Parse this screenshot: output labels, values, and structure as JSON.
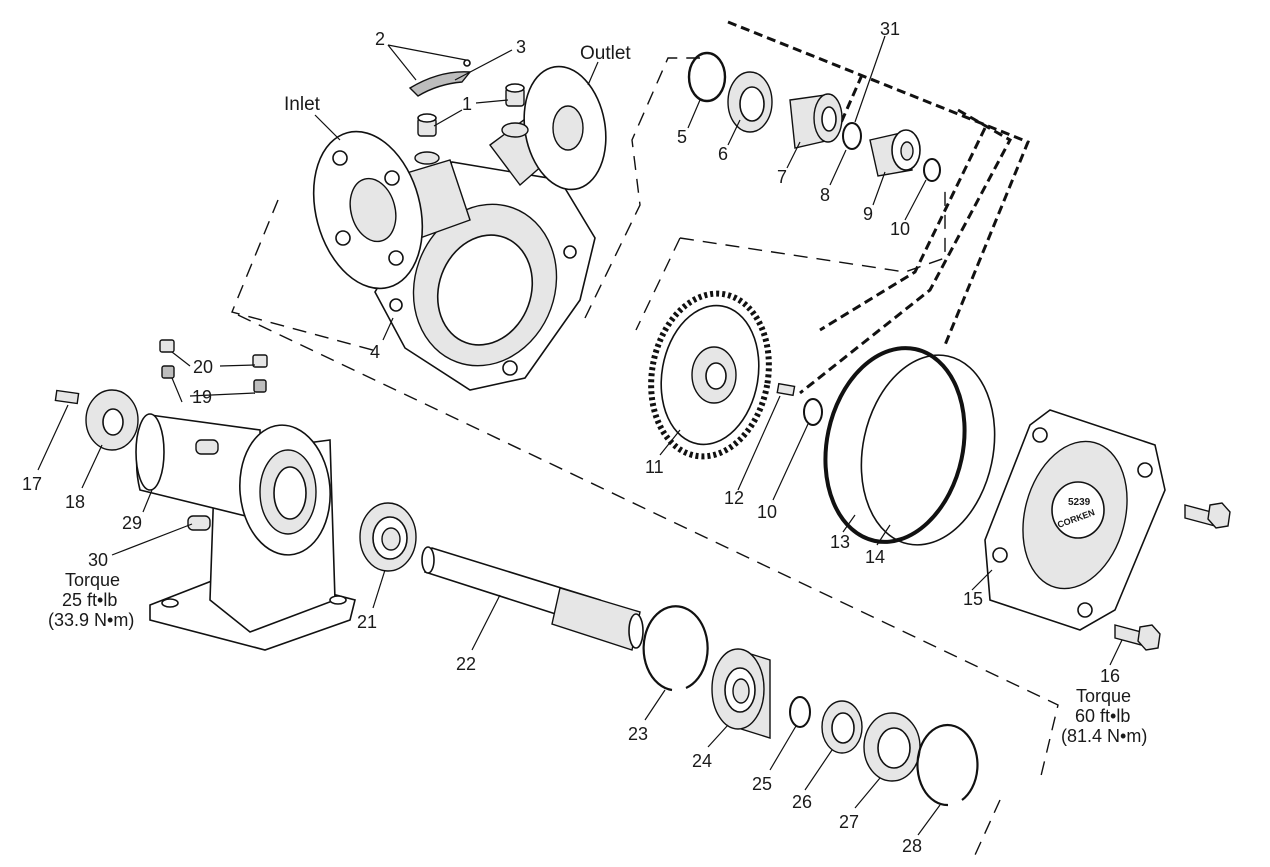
{
  "diagram": {
    "labels": {
      "inlet": "Inlet",
      "outlet": "Outlet",
      "p1": "1",
      "p2": "2",
      "p3": "3",
      "p4": "4",
      "p5": "5",
      "p6": "6",
      "p7": "7",
      "p8": "8",
      "p9": "9",
      "p10a": "10",
      "p10b": "10",
      "p11": "11",
      "p12": "12",
      "p13": "13",
      "p14": "14",
      "p15": "15",
      "p16": "16",
      "p17": "17",
      "p18": "18",
      "p19": "19",
      "p20": "20",
      "p21": "21",
      "p22": "22",
      "p23": "23",
      "p24": "24",
      "p25": "25",
      "p26": "26",
      "p27": "27",
      "p28": "28",
      "p29": "29",
      "p30": "30",
      "p31": "31"
    },
    "torque_30": {
      "title": "Torque",
      "imperial": "25 ft•lb",
      "metric": "(33.9 N•m)"
    },
    "torque_16": {
      "title": "Torque",
      "imperial": "60 ft•lb",
      "metric": "(81.4 N•m)"
    },
    "cover_marking": {
      "model": "5239",
      "brand": "CORKEN"
    }
  }
}
